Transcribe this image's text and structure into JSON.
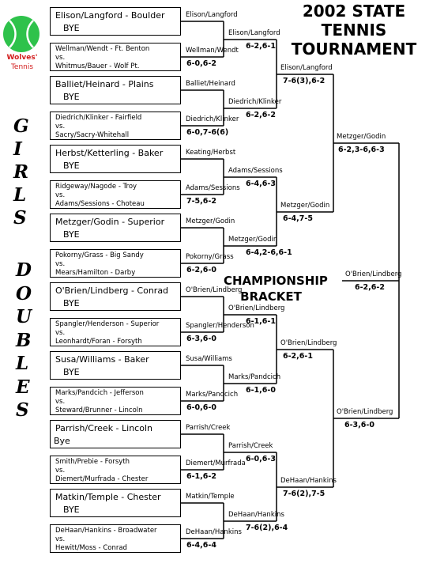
{
  "title": {
    "line1": "2002 STATE",
    "line2": "TENNIS",
    "line3": "TOURNAMENT"
  },
  "logo": {
    "line1": "Wolves'",
    "line2": "Tennis",
    "icon": "tennis-ball-icon",
    "color": "#2ec24b",
    "text_color": "#d21d1d"
  },
  "side_girls": [
    "G",
    "I",
    "R",
    "L",
    "S"
  ],
  "side_doubles": [
    "D",
    "O",
    "U",
    "B",
    "L",
    "E",
    "S"
  ],
  "championship": {
    "line1": "CHAMPIONSHIP",
    "line2": "BRACKET"
  },
  "boxes": [
    {
      "l1": "Elison/Langford - Boulder",
      "l2": "BYE"
    },
    {
      "l1": "Wellman/Wendt - Ft. Benton",
      "l2": "vs.",
      "l3": "Whitmus/Bauer - Wolf Pt."
    },
    {
      "l1": "Balliet/Heinard - Plains",
      "l2": "BYE"
    },
    {
      "l1": "Diedrich/Klinker - Fairfield",
      "l2": "vs.",
      "l3": "Sacry/Sacry-Whitehall"
    },
    {
      "l1": "Herbst/Ketterling - Baker",
      "l2": "BYE"
    },
    {
      "l1": "Ridgeway/Nagode - Troy",
      "l2": "vs.",
      "l3": "Adams/Sessions - Choteau"
    },
    {
      "l1": "Metzger/Godin - Superior",
      "l2": "BYE"
    },
    {
      "l1": "Pokorny/Grass - Big Sandy",
      "l2": "vs.",
      "l3": "Mears/Hamilton - Darby"
    },
    {
      "l1": "O'Brien/Lindberg - Conrad",
      "l2": "BYE"
    },
    {
      "l1": "Spangler/Henderson - Superior",
      "l2": "vs.",
      "l3": "Leonhardt/Foran - Forsyth"
    },
    {
      "l1": "Susa/Williams - Baker",
      "l2": "BYE"
    },
    {
      "l1": "Marks/Pandcich - Jefferson",
      "l2": "vs.",
      "l3": "Steward/Brunner - Lincoln"
    },
    {
      "l1": "Parrish/Creek - Lincoln",
      "l2": "Bye"
    },
    {
      "l1": "Smith/Prebie - Forsyth",
      "l2": "vs.",
      "l3": "Diemert/Murfrada - Chester"
    },
    {
      "l1": "Matkin/Temple - Chester",
      "l2": "BYE"
    },
    {
      "l1": "DeHaan/Hankins - Broadwater",
      "l2": "vs.",
      "l3": "Hewitt/Moss - Conrad"
    }
  ],
  "r1": [
    {
      "name": "Elison/Langford",
      "score": ""
    },
    {
      "name": "Wellman/Wendt",
      "score": "6-0,6-2"
    },
    {
      "name": "Balliet/Heinard",
      "score": ""
    },
    {
      "name": "Diedrich/Klinker",
      "score": "6-0,7-6(6)"
    },
    {
      "name": "Keating/Herbst",
      "score": ""
    },
    {
      "name": "Adams/Sessions",
      "score": "7-5,6-2"
    },
    {
      "name": "Metzger/Godin",
      "score": ""
    },
    {
      "name": "Pokorny/Grass",
      "score": "6-2,6-0"
    },
    {
      "name": "O'Brien/Lindberg",
      "score": ""
    },
    {
      "name": "Spangler/Henderson",
      "score": "6-3,6-0"
    },
    {
      "name": "Susa/Williams",
      "score": ""
    },
    {
      "name": "Marks/Pandcich",
      "score": "6-0,6-0"
    },
    {
      "name": "Parrish/Creek",
      "score": ""
    },
    {
      "name": "Diemert/Murfrada",
      "score": "6-1,6-2"
    },
    {
      "name": "Matkin/Temple",
      "score": ""
    },
    {
      "name": "DeHaan/Hankins",
      "score": "6-4,6-4"
    }
  ],
  "r2": [
    {
      "name": "Elison/Langford",
      "score": "6-2,6-1"
    },
    {
      "name": "Diedrich/Klinker",
      "score": "6-2,6-2"
    },
    {
      "name": "Adams/Sessions",
      "score": "6-4,6-3"
    },
    {
      "name": "Metzger/Godin",
      "score": "6-4,2-6,6-1"
    },
    {
      "name": "O'Brien/Lindberg",
      "score": "6-1,6-1"
    },
    {
      "name": "Marks/Pandcich",
      "score": "6-1,6-0"
    },
    {
      "name": "Parrish/Creek",
      "score": "6-0,6-3"
    },
    {
      "name": "DeHaan/Hankins",
      "score": "7-6(2),6-4"
    }
  ],
  "r3": [
    {
      "name": "Elison/Langford",
      "score": "7-6(3),6-2"
    },
    {
      "name": "Metzger/Godin",
      "score": "6-4,7-5"
    },
    {
      "name": "O'Brien/Lindberg",
      "score": "6-2,6-1"
    },
    {
      "name": "DeHaan/Hankins",
      "score": "7-6(2),7-5"
    }
  ],
  "r4": [
    {
      "name": "Metzger/Godin",
      "score": "6-2,3-6,6-3"
    },
    {
      "name": "O'Brien/Lindberg",
      "score": "6-3,6-0"
    }
  ],
  "final": {
    "name": "O'Brien/Lindberg",
    "score": "6-2,6-2"
  }
}
